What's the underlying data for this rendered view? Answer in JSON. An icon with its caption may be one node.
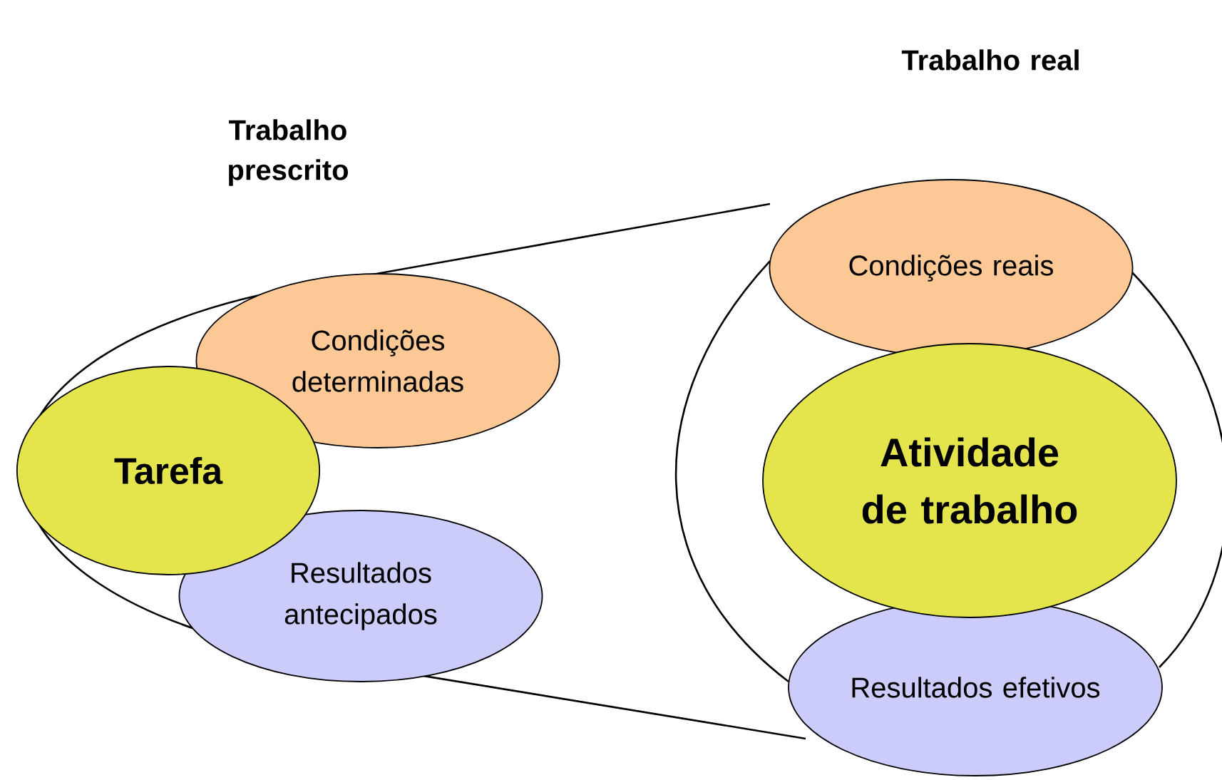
{
  "diagram": {
    "nodes": [
      {
        "text": [
          "Condições determinadas"
        ]
      },
      {
        "text": [
          "Tarefa"
        ]
      },
      {
        "text": [
          "Resultados antecipados"
        ]
      },
      {
        "text": [
          "Condições reais"
        ]
      },
      {
        "text": [
          "Atividade de trabalho"
        ]
      },
      {
        "text": [
          "Resultados efetivos"
        ]
      }
    ],
    "labels": [
      "Trabalho real",
      "Trabalho prescrito"
    ]
  }
}
